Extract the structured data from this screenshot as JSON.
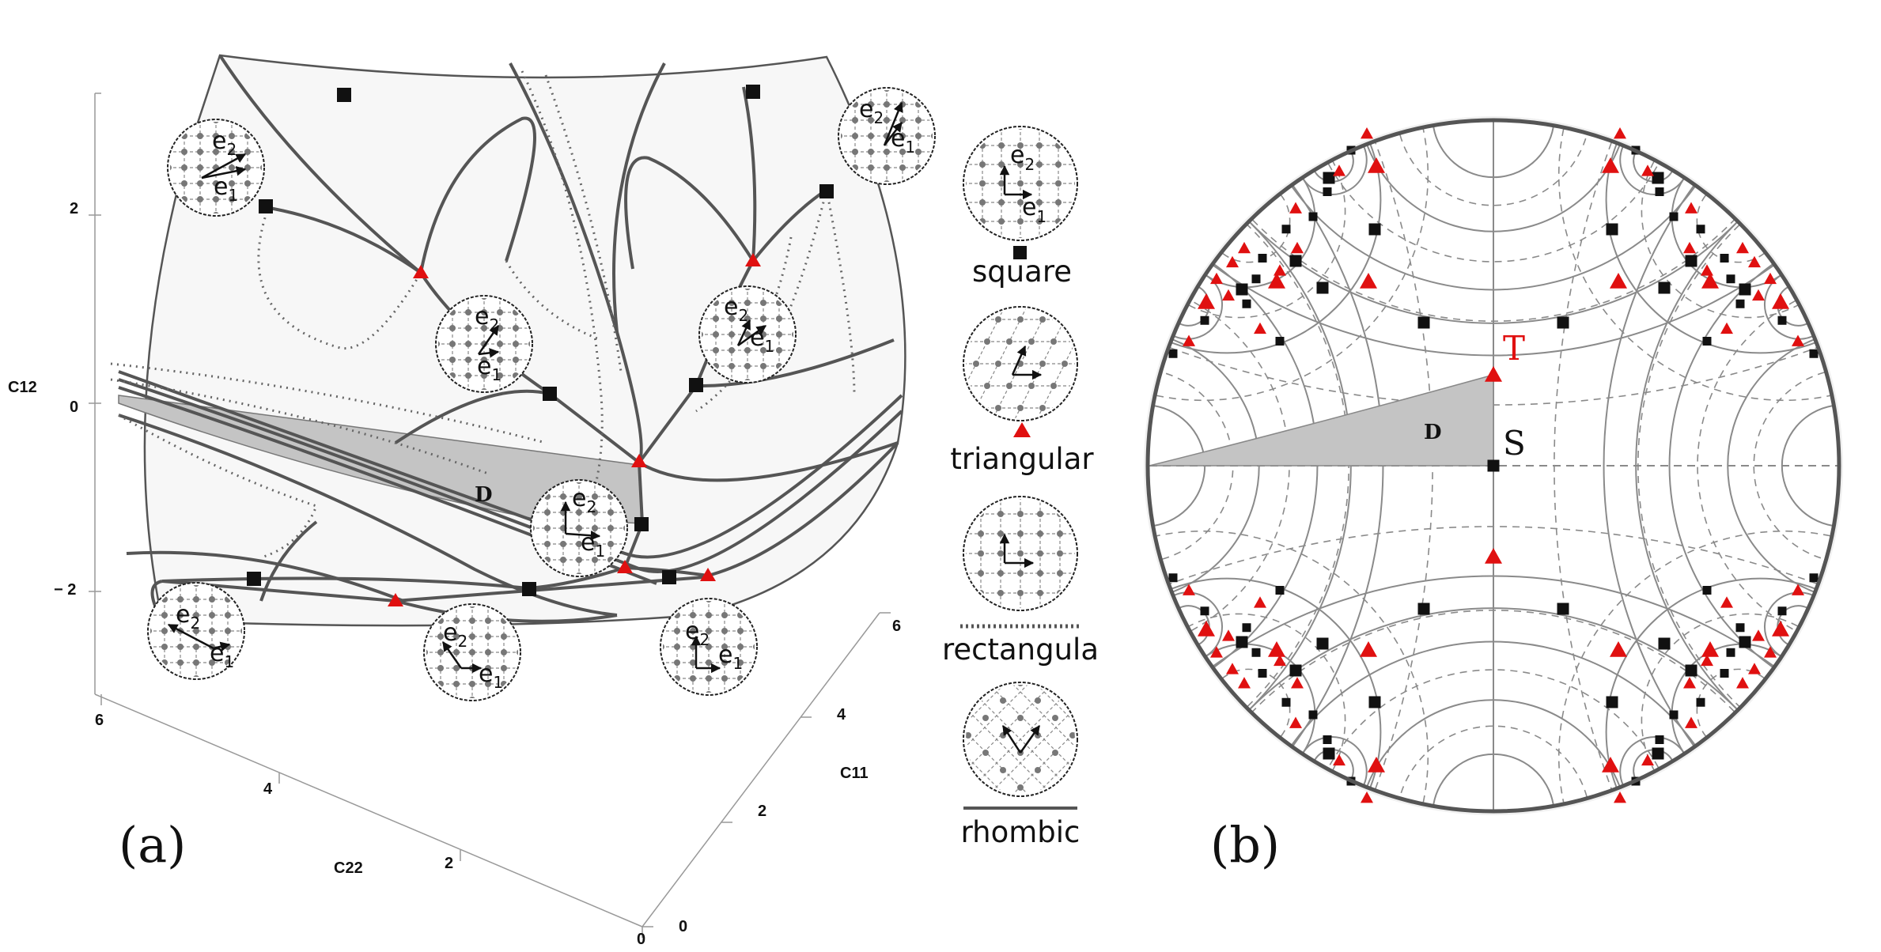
{
  "panel_a": {
    "label": "(a)",
    "axes": {
      "c12": {
        "label": "C12",
        "ticks": [
          "2",
          "0",
          "− 2"
        ]
      },
      "c22": {
        "label": "C22",
        "ticks": [
          "6",
          "4",
          "2",
          "0"
        ]
      },
      "c11": {
        "label": "C11",
        "ticks": [
          "0",
          "2",
          "4",
          "6"
        ]
      }
    },
    "region_label": "D",
    "insets": [
      {
        "e2": "e",
        "e2_sub": "2",
        "e1": "e",
        "e1_sub": "1"
      },
      {
        "e2": "e",
        "e2_sub": "2",
        "e1": "e",
        "e1_sub": "1"
      },
      {
        "e2": "e",
        "e2_sub": "2",
        "e1": "e",
        "e1_sub": "1"
      },
      {
        "e2": "e",
        "e2_sub": "2",
        "e1": "e",
        "e1_sub": "1"
      },
      {
        "e2": "e",
        "e2_sub": "2",
        "e1": "e",
        "e1_sub": "1"
      },
      {
        "e2": "e",
        "e2_sub": "2",
        "e1": "e",
        "e1_sub": "1"
      },
      {
        "e2": "e",
        "e2_sub": "2",
        "e1": "e",
        "e1_sub": "1"
      },
      {
        "e2": "e",
        "e2_sub": "2",
        "e1": "e",
        "e1_sub": "1"
      }
    ]
  },
  "legend": {
    "items": [
      {
        "name": "square",
        "e2": "e",
        "e2_sub": "2",
        "e1": "e",
        "e1_sub": "1"
      },
      {
        "name": "triangular"
      },
      {
        "name": "rectangula"
      },
      {
        "name": "rhombic"
      }
    ]
  },
  "panel_b": {
    "label": "(b)",
    "region_label": "D",
    "point_T": "T",
    "point_S": "S"
  },
  "colors": {
    "curve": "#555555",
    "light_curve": "#8a8a8a",
    "region_fill": "#c4c4c4",
    "triangle": "#e01010",
    "square": "#111111"
  }
}
